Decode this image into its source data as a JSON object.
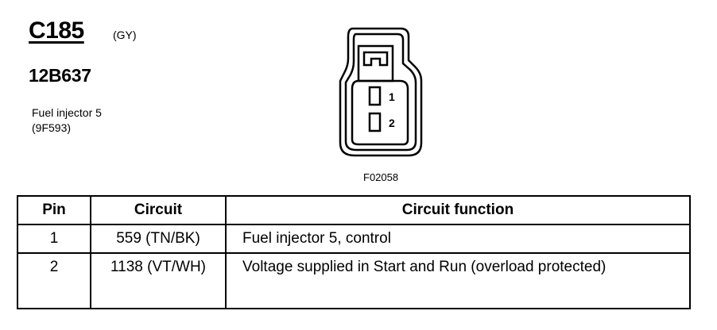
{
  "header": {
    "connector_id": "C185",
    "connector_color": "(GY)",
    "part_number": "12B637",
    "component_name": "Fuel injector 5",
    "component_code": "(9F593)"
  },
  "figure": {
    "figure_id": "F02058",
    "pin_labels": [
      "1",
      "2"
    ]
  },
  "table": {
    "columns": [
      "Pin",
      "Circuit",
      "Circuit function"
    ],
    "rows": [
      {
        "pin": "1",
        "circuit": "559 (TN/BK)",
        "function": "Fuel injector 5, control"
      },
      {
        "pin": "2",
        "circuit": "1138 (VT/WH)",
        "function": "Voltage supplied in Start and Run (overload protected)"
      }
    ]
  }
}
